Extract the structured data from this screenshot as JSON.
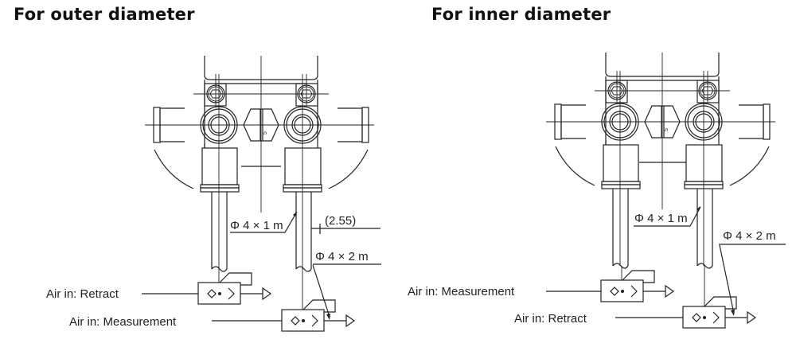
{
  "panels": [
    {
      "title": "For outer diameter",
      "tube_label_1": "Φ 4 × 1 m",
      "tube_label_2": "Φ 4 × 2 m",
      "dimension_label": "(2.55)",
      "valve_upper_label": "Air in: Retract",
      "valve_lower_label": "Air in: Measurement",
      "fitting_mark": "5"
    },
    {
      "title": "For inner diameter",
      "tube_label_1": "Φ 4 × 1 m",
      "tube_label_2": "Φ 4 × 2 m",
      "valve_upper_label": "Air in: Measurement",
      "valve_lower_label": "Air in: Retract",
      "fitting_mark": "5"
    }
  ],
  "colors": {
    "line": "#222222",
    "background": "#ffffff"
  }
}
